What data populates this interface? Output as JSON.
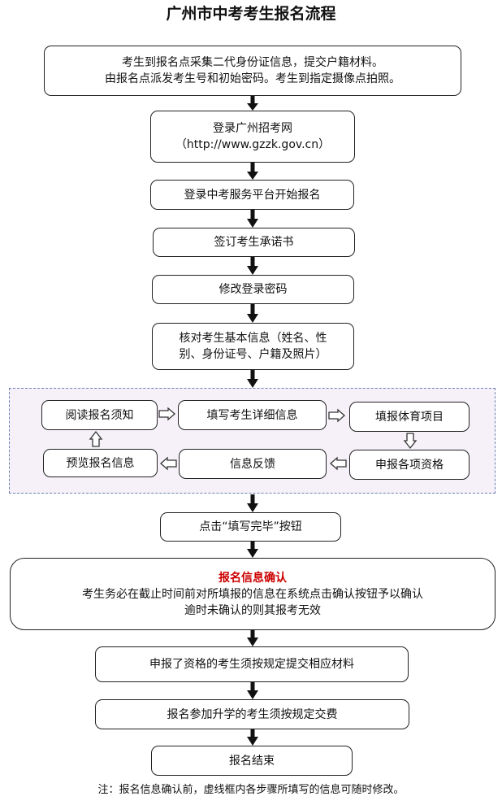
{
  "title": "广州市中考考生报名流程",
  "steps": {
    "s1": [
      "考生到报名点采集二代身份证信息，提交户籍材料。",
      "由报名点派发考生号和初始密码。考生到指定摄像点拍照。"
    ],
    "s2": [
      "登录广州招考网",
      "（http://www.gzzk.gov.cn）"
    ],
    "s3": "登录中考服务平台开始报名",
    "s4": "签订考生承诺书",
    "s5": "修改登录密码",
    "s6": [
      "核对考生基本信息（姓名、性",
      "别、身份证号、户籍及照片）"
    ],
    "loop": {
      "read": "阅读报名须知",
      "fill": "填写考生详细信息",
      "sport": "填报体育项目",
      "preview": "预览报名信息",
      "feedback": "信息反馈",
      "qualify": "申报各项资格"
    },
    "s7": "点击“填写完毕”按钮",
    "s8": {
      "heading": "报名信息确认",
      "lines": [
        "考生务必在截止时间前对所填报的信息在系统点击确认按钮予以确认",
        "逾时未确认的则其报考无效"
      ]
    },
    "s9": "申报了资格的考生须按规定提交相应材料",
    "s10": "报名参加升学的考生须按规定交费",
    "s11": "报名结束"
  },
  "note": "注：报名信息确认前，虚线框内各步骤所填写的信息可随时修改。",
  "colors": {
    "highlight": "#cc0000",
    "dashed_border": "#6a7fb5",
    "dashed_fill": "#f6f1f8"
  }
}
